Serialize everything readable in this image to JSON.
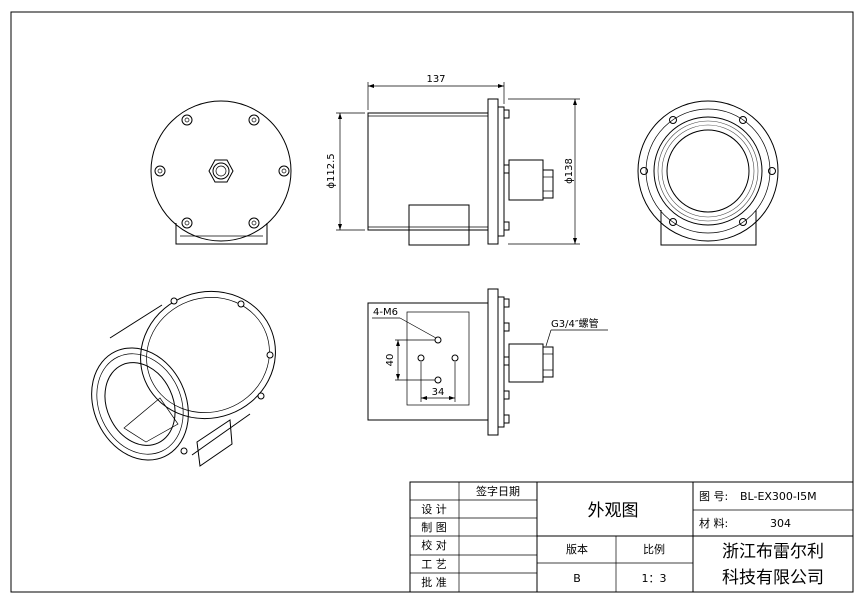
{
  "dimensions": {
    "length": "137",
    "body_diameter": "ϕ112.5",
    "flange_diameter": "ϕ138",
    "hole_spec": "4-M6",
    "hole_vertical": "40",
    "hole_horizontal": "34"
  },
  "callout": {
    "conduit": "G3/4″螺管"
  },
  "title_block": {
    "sign_date_header": "签字日期",
    "rows": [
      "设  计",
      "制  图",
      "校  对",
      "工  艺",
      "批  准"
    ],
    "drawing_title": "外观图",
    "version_label": "版本",
    "version_value": "B",
    "scale_label": "比例",
    "scale_value": "1：3",
    "drawing_no_label": "图 号:",
    "drawing_no_value": "BL-EX300-I5M",
    "material_label": "材 料:",
    "material_value": "304",
    "company_line1": "浙江布雷尔利",
    "company_line2": "科技有限公司"
  }
}
